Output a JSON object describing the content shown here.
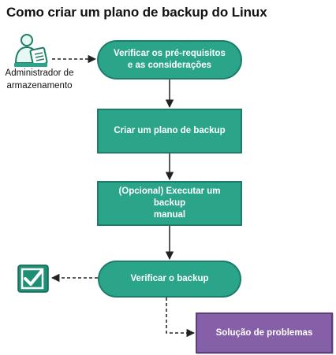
{
  "title": "Como criar um plano de backup do Linux",
  "actor": {
    "label_line1": "Administrador de",
    "label_line2": "armazenamento",
    "icon": "administrator-icon"
  },
  "steps": [
    {
      "line1": "Verificar os pré-requisitos",
      "line2": "e as considerações"
    },
    {
      "line1": "Criar um plano de backup"
    },
    {
      "line1": "(Opcional) Executar um backup",
      "line2": "manual"
    },
    {
      "line1": "Verificar o backup"
    },
    {
      "line1": "Solução de problemas"
    }
  ],
  "verify_icon": "checkbox-checked-icon",
  "colors": {
    "step_fill": "#2aa58a",
    "step_border": "#1d7d69",
    "troubleshoot_fill": "#8560a8",
    "arrow": "#222222"
  }
}
